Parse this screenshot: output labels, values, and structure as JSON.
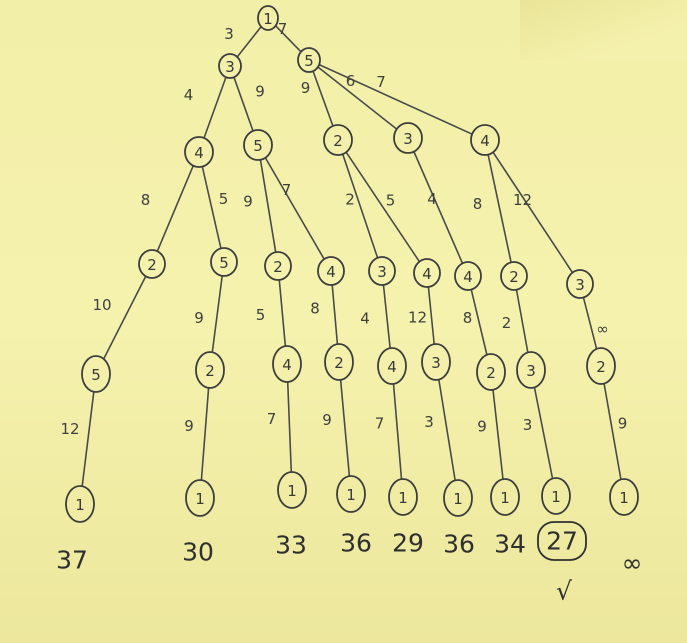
{
  "root": {
    "label": "1"
  },
  "level1": [
    {
      "label": "3",
      "weight": "3"
    },
    {
      "label": "5",
      "weight": "7"
    }
  ],
  "level2": [
    {
      "label": "4",
      "weight": "4"
    },
    {
      "label": "5",
      "weight": "9"
    },
    {
      "label": "2",
      "weight": "9"
    },
    {
      "label": "3",
      "weight": "6"
    },
    {
      "label": "4",
      "weight": "7"
    }
  ],
  "level3": [
    {
      "label": "2",
      "weight": "8"
    },
    {
      "label": "5",
      "weight": "5"
    },
    {
      "label": "2",
      "weight": "9"
    },
    {
      "label": "4",
      "weight": "7"
    },
    {
      "label": "3",
      "weight": "2"
    },
    {
      "label": "4",
      "weight": "5"
    },
    {
      "label": "4",
      "weight": "4"
    },
    {
      "label": "2",
      "weight": "8"
    },
    {
      "label": "3",
      "weight": "12"
    }
  ],
  "level4": [
    {
      "label": "5",
      "weight": "10"
    },
    {
      "label": "2",
      "weight": "9"
    },
    {
      "label": "4",
      "weight": "5"
    },
    {
      "label": "2",
      "weight": "8"
    },
    {
      "label": "4",
      "weight": "4"
    },
    {
      "label": "3",
      "weight": "12"
    },
    {
      "label": "2",
      "weight": "8"
    },
    {
      "label": "3",
      "weight": "2"
    },
    {
      "label": "2",
      "weight": "∞"
    }
  ],
  "level5": [
    {
      "label": "1",
      "weight": "12"
    },
    {
      "label": "1",
      "weight": "9"
    },
    {
      "label": "1",
      "weight": "7"
    },
    {
      "label": "1",
      "weight": "9"
    },
    {
      "label": "1",
      "weight": "7"
    },
    {
      "label": "1",
      "weight": "3"
    },
    {
      "label": "1",
      "weight": "9"
    },
    {
      "label": "1",
      "weight": "3"
    },
    {
      "label": "1",
      "weight": "9"
    }
  ],
  "totals": [
    "37",
    "30",
    "33",
    "36",
    "29",
    "36",
    "34",
    "27",
    "∞"
  ],
  "best_mark": "√"
}
